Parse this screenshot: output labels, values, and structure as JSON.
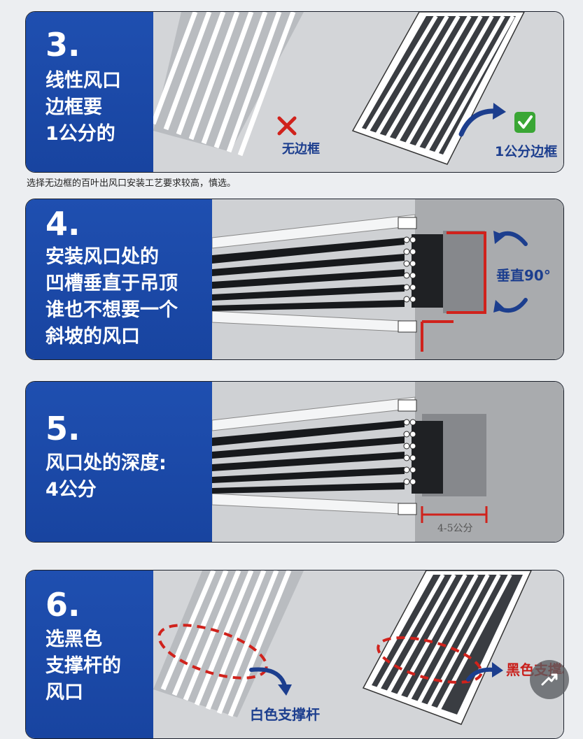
{
  "sections": [
    {
      "number": "3.",
      "text": "线性风口\n边框要\n1公分的",
      "labels": {
        "no_frame": "无边框",
        "with_frame": "1公分边框"
      },
      "note": "选择无边框的百叶出风口安装工艺要求较高，慎选。"
    },
    {
      "number": "4.",
      "text": "安装风口处的\n凹槽垂直于吊顶\n谁也不想要一个\n斜坡的风口",
      "labels": {
        "angle": "垂直90°"
      }
    },
    {
      "number": "5.",
      "text": "风口处的深度:\n4公分",
      "labels": {
        "depth": "4-5公分"
      }
    },
    {
      "number": "6.",
      "text": "选黑色\n支撑杆的\n风口",
      "labels": {
        "white_bar": "白色支撑杆",
        "black_bar": "黑色支撑杆"
      }
    }
  ],
  "colors": {
    "blue": "#1f4fb0",
    "red": "#d0221c",
    "green": "#3aa635",
    "label_blue": "#1c3e8e"
  },
  "icons": [
    "cross-icon",
    "check-icon",
    "curved-arrow-icon",
    "share-icon"
  ]
}
